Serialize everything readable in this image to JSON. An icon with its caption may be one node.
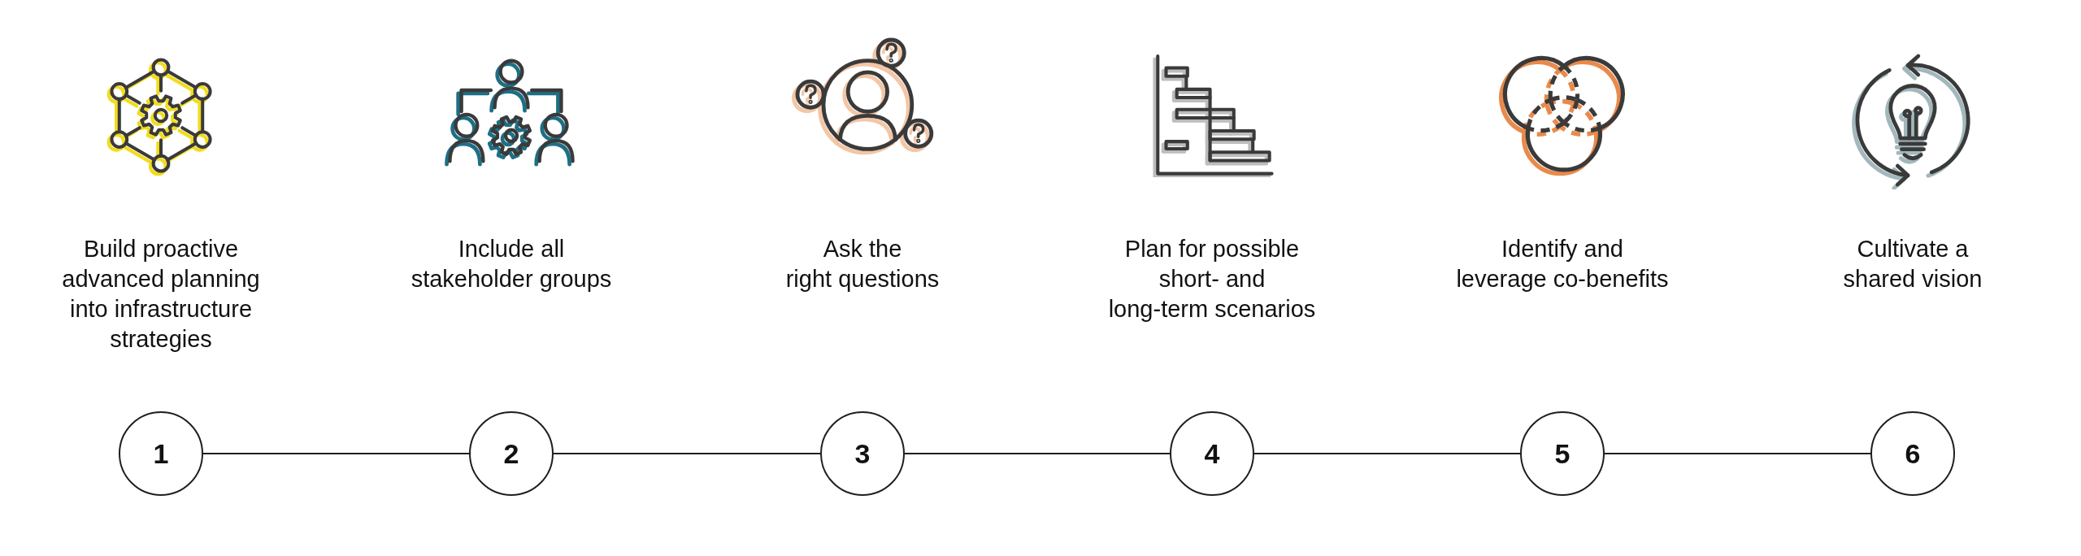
{
  "diagram": {
    "nodes": [
      {
        "text": [
          "1"
        ]
      },
      {
        "text": [
          "2"
        ]
      },
      {
        "text": [
          "3"
        ]
      },
      {
        "text": [
          "4"
        ]
      },
      {
        "text": [
          "5"
        ]
      },
      {
        "text": [
          "6"
        ]
      }
    ],
    "edges": [
      {
        "from": 0,
        "to": 1,
        "arrow": "none"
      },
      {
        "from": 1,
        "to": 2,
        "arrow": "none"
      },
      {
        "from": 2,
        "to": 3,
        "arrow": "none"
      },
      {
        "from": 3,
        "to": 4,
        "arrow": "none"
      },
      {
        "from": 4,
        "to": 5,
        "arrow": "none"
      }
    ],
    "labels": [
      "Build proactive advanced planning into infrastructure strategies",
      "Include all stakeholder groups",
      "Ask the right questions",
      "Plan for possible short- and long-term scenarios",
      "Identify and leverage co-benefits",
      "Cultivate a shared vision"
    ]
  }
}
